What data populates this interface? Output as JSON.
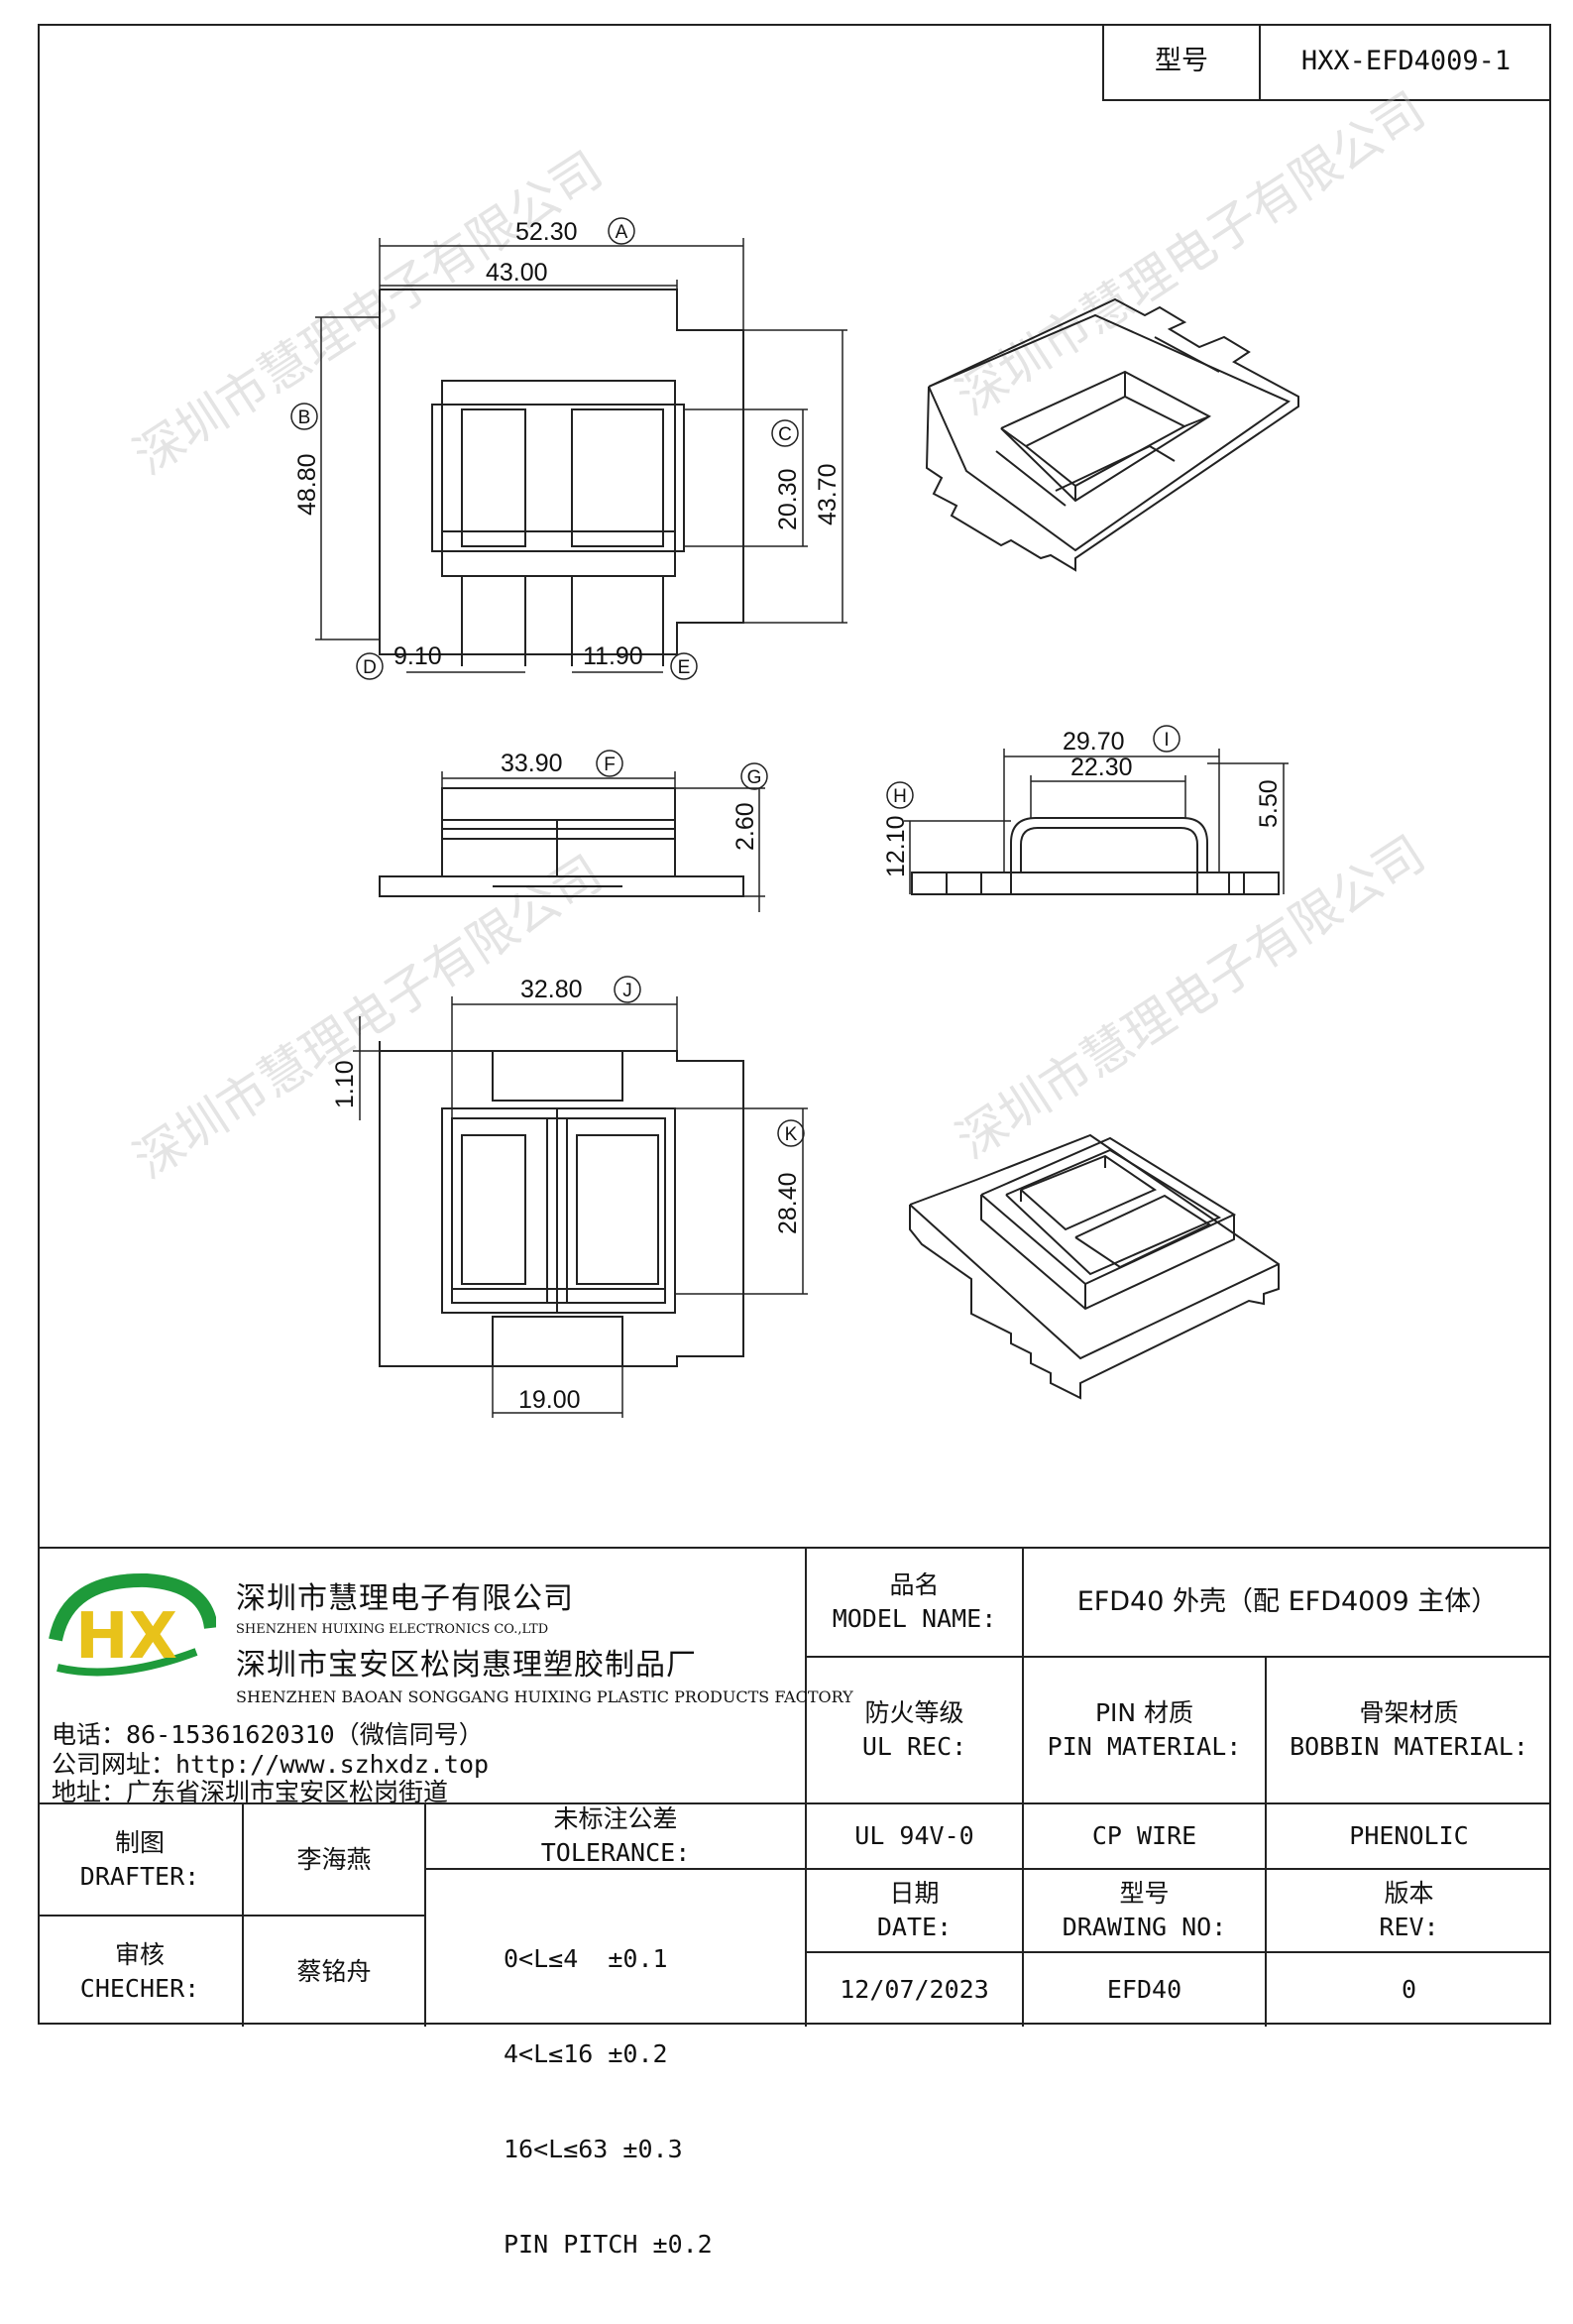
{
  "header": {
    "model_label": "型号",
    "model_value": "HXX-EFD4009-1"
  },
  "dimensions": {
    "A": "52.30",
    "overall_inner_width": "43.00",
    "B": "48.80",
    "C": "20.30",
    "overall_height": "43.70",
    "D": "9.10",
    "E": "11.90",
    "F": "33.90",
    "G": "2.60",
    "H": "12.10",
    "I": "29.70",
    "inner_top_width": "22.30",
    "side_height": "5.50",
    "J": "32.80",
    "K": "28.40",
    "left_offset": "1.10",
    "bottom_width": "19.00"
  },
  "dimension_markers": [
    "A",
    "B",
    "C",
    "D",
    "E",
    "F",
    "G",
    "H",
    "I",
    "J",
    "K"
  ],
  "watermark": "深圳市慧理电子有限公司",
  "company": {
    "logo_letters": "HX",
    "name_cn": "深圳市慧理电子有限公司",
    "name_en": "SHENZHEN HUIXING ELECTRONICS CO.,LTD",
    "factory_cn": "深圳市宝安区松岗惠理塑胶制品厂",
    "factory_en": "SHENZHEN BAOAN SONGGANG HUIXING PLASTIC PRODUCTS FACTORY",
    "phone": "电话：86-15361620310（微信同号）",
    "website": "公司网址：http://www.szhxdz.top",
    "address": "地址：广东省深圳市宝安区松岗街道"
  },
  "title_block": {
    "model_name_label_cn": "品名",
    "model_name_label_en": "MODEL NAME:",
    "model_name_value": "EFD40 外壳（配 EFD4009 主体）",
    "ul_label_cn": "防火等级",
    "ul_label_en": "UL REC:",
    "ul_value": "UL 94V-0",
    "pin_label_cn": "PIN 材质",
    "pin_label_en": "PIN MATERIAL:",
    "pin_value": "CP WIRE",
    "bobbin_label_cn": "骨架材质",
    "bobbin_label_en": "BOBBIN MATERIAL:",
    "bobbin_value": "PHENOLIC",
    "drafter_label_cn": "制图",
    "drafter_label_en": "DRAFTER:",
    "drafter_value": "李海燕",
    "checker_label_cn": "审核",
    "checker_label_en": "CHECHER:",
    "checker_value": "蔡铭舟",
    "tolerance_label_cn": "未标注公差",
    "tolerance_label_en": "TOLERANCE:",
    "tolerance_lines": [
      "0<L≤4  ±0.1",
      "4<L≤16 ±0.2",
      "16<L≤63 ±0.3",
      "PIN PITCH ±0.2"
    ],
    "date_label_cn": "日期",
    "date_label_en": "DATE:",
    "date_value": "12/07/2023",
    "drawing_no_label_cn": "型号",
    "drawing_no_label_en": "DRAWING NO:",
    "drawing_no_value": "EFD40",
    "rev_label_cn": "版本",
    "rev_label_en": "REV:",
    "rev_value": "0"
  },
  "colors": {
    "line": "#222222",
    "logo_green": "#1e9a3a",
    "logo_yellow": "#e8c21a"
  }
}
